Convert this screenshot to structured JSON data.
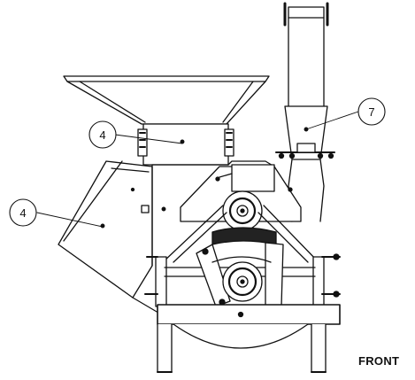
{
  "callouts": [
    {
      "label": "4"
    },
    {
      "label": "4"
    },
    {
      "label": "7"
    }
  ],
  "view_label": "FRONT",
  "line_color": "#111111",
  "fill_color": "#ffffff"
}
